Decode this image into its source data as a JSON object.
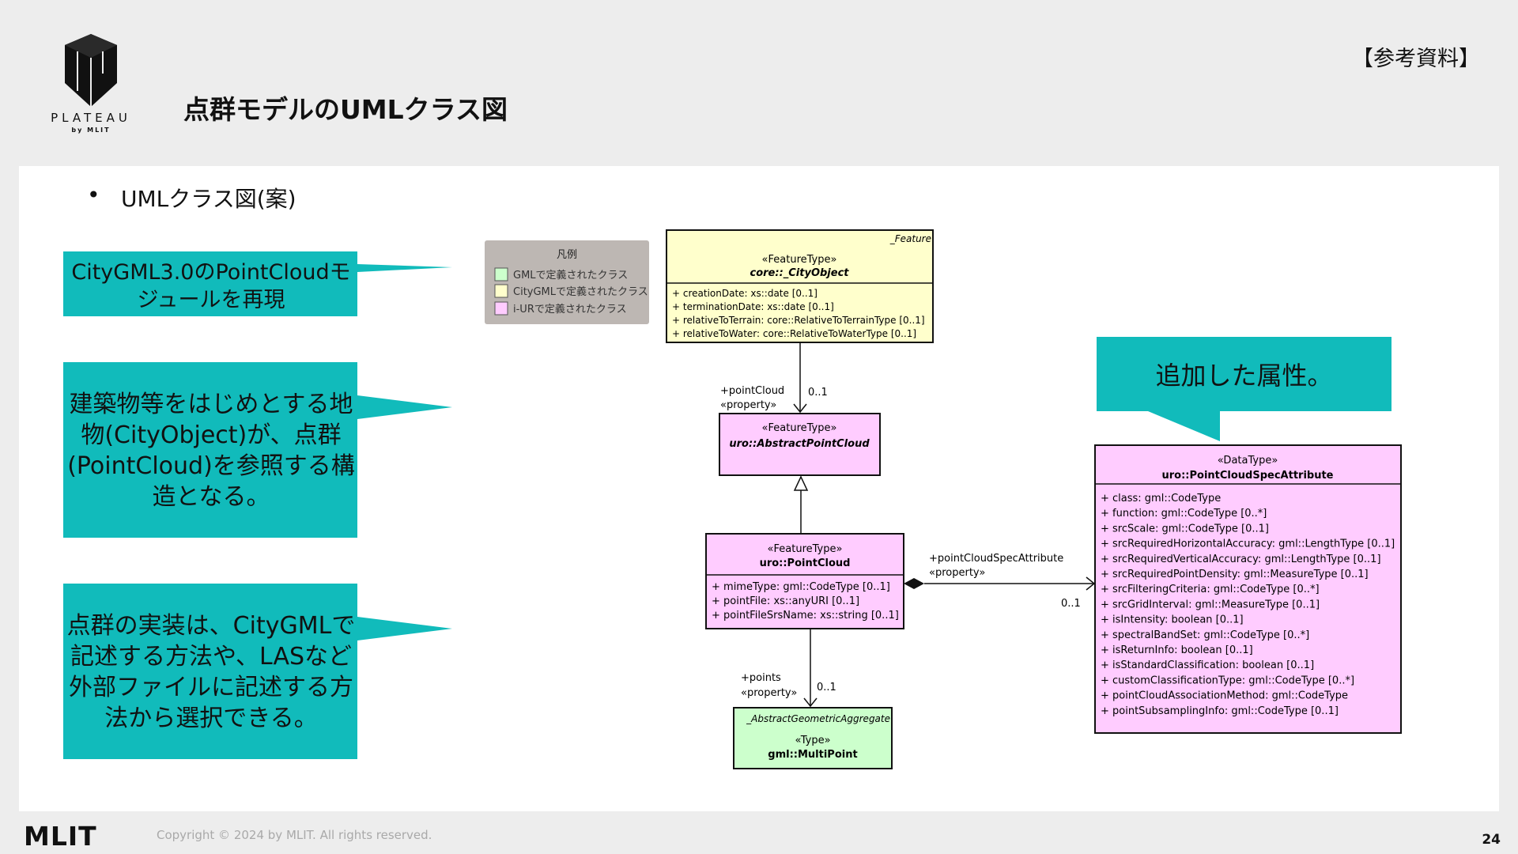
{
  "header": {
    "logo_word": "PLATEAU",
    "logo_by": "by MLIT",
    "title": "点群モデルのUMLクラス図",
    "ref_tag": "【参考資料】"
  },
  "bullet": {
    "marker": "•",
    "text": "UMLクラス図(案)"
  },
  "callouts": [
    {
      "text": "CityGML3.0のPointCloudモジュールを再現"
    },
    {
      "text": "建築物等をはじめとする地物(CityObject)が、点群(PointCloud)を参照する構造となる。"
    },
    {
      "text": "点群の実装は、CityGMLで記述する方法や、LASなど外部ファイルに記述する方法から選択できる。"
    },
    {
      "text": "追加した属性。"
    }
  ],
  "legend": {
    "title": "凡例",
    "items": [
      {
        "label": "GMLで定義されたクラス",
        "color": "#ccffcc"
      },
      {
        "label": "CityGMLで定義されたクラス",
        "color": "#ffffcc"
      },
      {
        "label": "i-URで定義されたクラス",
        "color": "#ffccff"
      }
    ]
  },
  "uml": {
    "city_object": {
      "tag": "_Feature",
      "stereotype": "«FeatureType»",
      "name": "core::_CityObject",
      "attributes": [
        "+   creationDate: xs::date [0..1]",
        "+   terminationDate: xs::date [0..1]",
        "+   relativeToTerrain: core::RelativeToTerrainType [0..1]",
        "+   relativeToWater: core::RelativeToWaterType [0..1]"
      ]
    },
    "abstract_point_cloud": {
      "stereotype": "«FeatureType»",
      "name": "uro::AbstractPointCloud"
    },
    "point_cloud": {
      "stereotype": "«FeatureType»",
      "name": "uro::PointCloud",
      "attributes": [
        "+   mimeType: gml::CodeType [0..1]",
        "+   pointFile: xs::anyURI [0..1]",
        "+   pointFileSrsName: xs::string [0..1]"
      ]
    },
    "multi_point": {
      "tag": "_AbstractGeometricAggregate",
      "stereotype": "«Type»",
      "name": "gml::MultiPoint"
    },
    "spec_attribute": {
      "stereotype": "«DataType»",
      "name": "uro::PointCloudSpecAttribute",
      "attributes": [
        "+   class: gml::CodeType",
        "+   function: gml::CodeType [0..*]",
        "+   srcScale: gml::CodeType [0..1]",
        "+   srcRequiredHorizontalAccuracy: gml::LengthType [0..1]",
        "+   srcRequiredVerticalAccuracy: gml::LengthType [0..1]",
        "+   srcRequiredPointDensity: gml::MeasureType [0..1]",
        "+   srcFilteringCriteria: gml::CodeType [0..*]",
        "+   srcGridInterval: gml::MeasureType [0..1]",
        "+   isIntensity: boolean [0..1]",
        "+   spectralBandSet: gml::CodeType [0..*]",
        "+   isReturnInfo: boolean [0..1]",
        "+   isStandardClassification: boolean [0..1]",
        "+   customClassificationType: gml::CodeType [0..*]",
        "+   pointCloudAssociationMethod: gml::CodeType",
        "+   pointSubsamplingInfo: gml::CodeType [0..1]"
      ]
    },
    "assoc_pointcloud": {
      "role": "+pointCloud",
      "stereo": "«property»",
      "mult": "0..1"
    },
    "assoc_spec": {
      "role": "+pointCloudSpecAttribute",
      "stereo": "«property»",
      "mult": "0..1"
    },
    "assoc_points": {
      "role": "+points",
      "stereo": "«property»",
      "mult": "0..1"
    }
  },
  "footer": {
    "logo": "MLIT",
    "copyright": "Copyright © 2024 by MLIT. All rights reserved.",
    "page": "24"
  },
  "colors": {
    "teal": "#11bbbb",
    "gml": "#ccffcc",
    "citygml": "#ffffcc",
    "iur": "#ffccff"
  }
}
